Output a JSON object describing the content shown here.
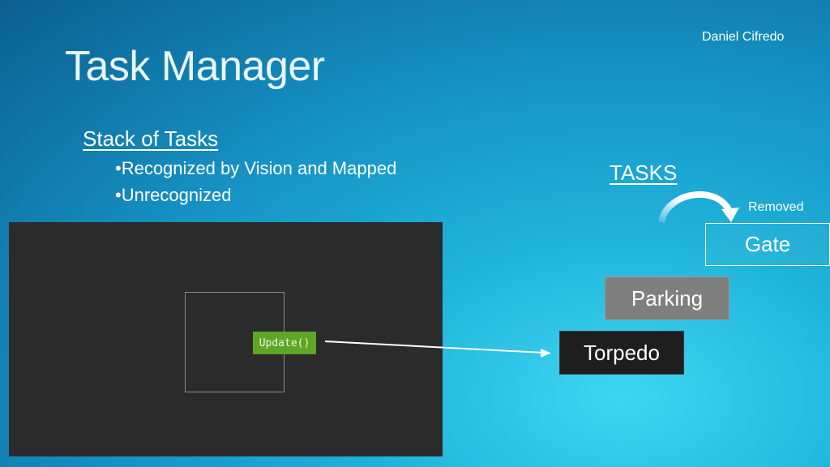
{
  "slide": {
    "author": "Daniel Cifredo",
    "title": "Task Manager",
    "subheading": "Stack of Tasks",
    "bullets": [
      "•Recognized by Vision and Mapped",
      "•Unrecognized"
    ]
  },
  "stack": {
    "header": "TASKS",
    "removed_label": "Removed",
    "tasks": [
      "Gate",
      "Parking",
      "Torpedo"
    ]
  },
  "screenshot": {
    "button_label": "Update()"
  },
  "colors": {
    "button_green": "#5ea626",
    "parking_gray": "#7f7f7f",
    "torpedo_dark": "#1e1e1e",
    "panel_dark": "#2b2b2b"
  }
}
